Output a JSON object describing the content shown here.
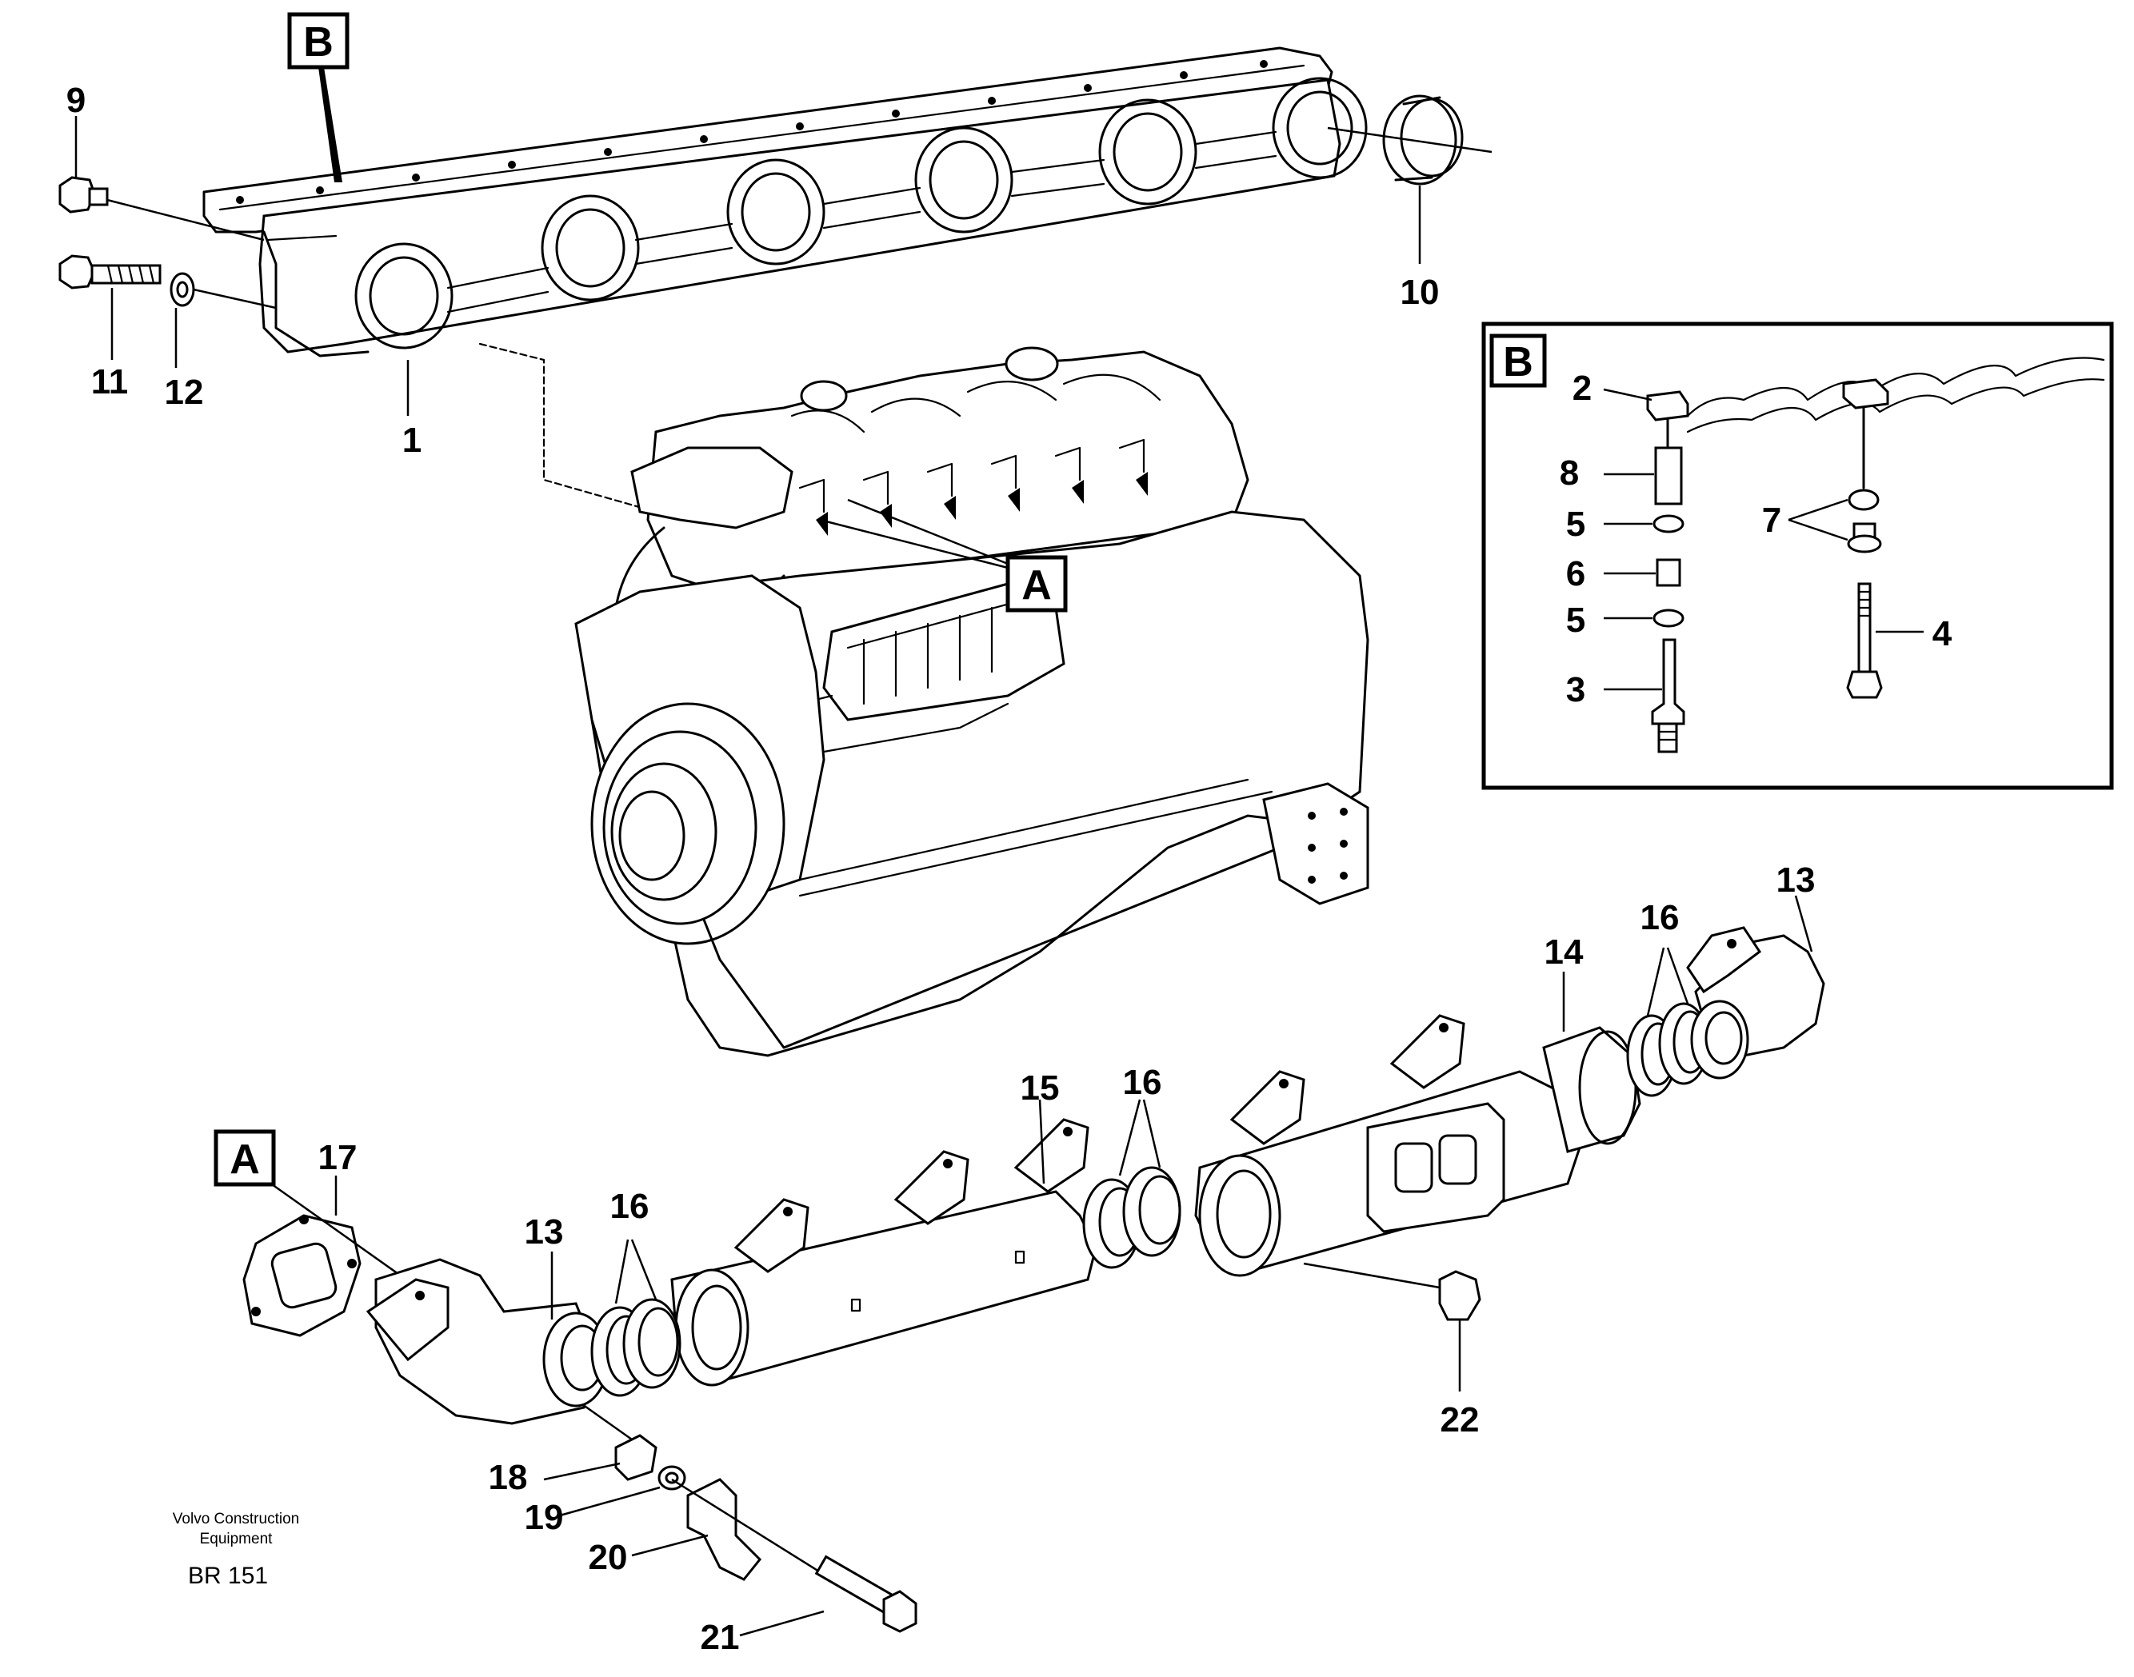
{
  "diagram_ref": "BR 151",
  "footer": {
    "line1": "Volvo Construction",
    "line2": "Equipment",
    "code": "BR 151"
  },
  "detail_labels": {
    "a_main": "A",
    "a_engine": "A",
    "b_main": "B",
    "b_inset": "B"
  },
  "callouts": {
    "c1": "1",
    "c9": "9",
    "c10": "10",
    "c11": "11",
    "c12": "12",
    "c2": "2",
    "c8": "8",
    "c5a": "5",
    "c6": "6",
    "c5b": "5",
    "c3": "3",
    "c7": "7",
    "c4": "4",
    "c13a": "13",
    "c14": "14",
    "c16a": "16",
    "c15": "15",
    "c16b": "16",
    "c17": "17",
    "c13b": "13",
    "c16c": "16",
    "c22": "22",
    "c18": "18",
    "c19": "19",
    "c20": "20",
    "c21": "21"
  }
}
